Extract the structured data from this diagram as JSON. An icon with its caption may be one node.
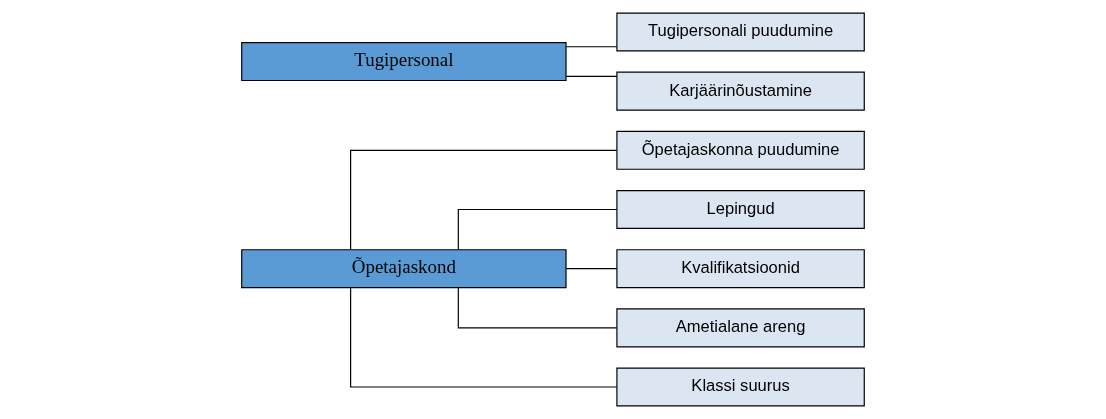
{
  "diagram": {
    "nodes": [
      {
        "text": [
          "Õpetajaskond"
        ]
      },
      {
        "text": [
          "Õpetajaskonna puudumine"
        ]
      },
      {
        "text": [
          "Lepingud"
        ]
      },
      {
        "text": [
          "Kvalifikatsioonid"
        ]
      },
      {
        "text": [
          "Ametialane areng"
        ]
      },
      {
        "text": [
          "Klassi suurus"
        ]
      },
      {
        "text": [
          "Tugipersonal"
        ]
      },
      {
        "text": [
          "Tugipersonali puudumine"
        ]
      },
      {
        "text": [
          "Karjäärinõustamine"
        ]
      }
    ],
    "edges": [
      {
        "from": 0,
        "to": 1,
        "arrow": "none"
      },
      {
        "from": 0,
        "to": 2,
        "arrow": "none"
      },
      {
        "from": 0,
        "to": 3,
        "arrow": "none"
      },
      {
        "from": 0,
        "to": 4,
        "arrow": "none"
      },
      {
        "from": 0,
        "to": 5,
        "arrow": "none"
      },
      {
        "from": 6,
        "to": 7,
        "arrow": "none"
      },
      {
        "from": 6,
        "to": 8,
        "arrow": "none"
      }
    ]
  }
}
